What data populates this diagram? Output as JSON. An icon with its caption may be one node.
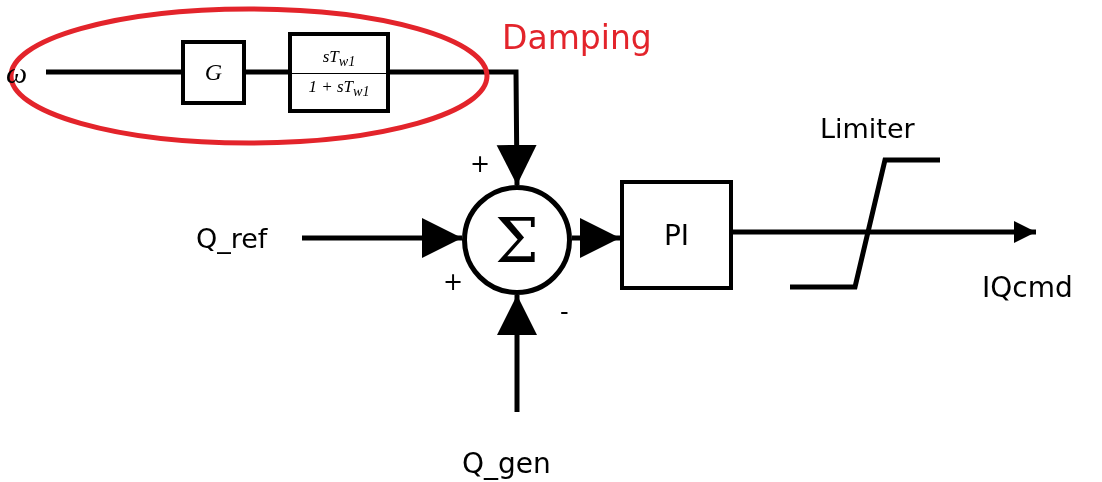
{
  "diagram": {
    "nodes": [
      {
        "text": [
          "Damping"
        ]
      },
      {
        "text": [
          "ω"
        ],
        "in": 0
      },
      {
        "text": [
          "G"
        ],
        "in": 0
      },
      {
        "text": [
          "sT$_{w1}$",
          "1 + sT$_{w1}$"
        ],
        "in": 0
      },
      {
        "text": [
          "Q_ref"
        ]
      },
      {
        "text": [
          "Σ"
        ]
      },
      {
        "text": [
          "PI"
        ]
      },
      {
        "text": [
          "Limiter"
        ]
      },
      {
        "text": [
          "IQcmd"
        ]
      },
      {
        "text": [
          "Q_gen"
        ]
      }
    ],
    "edges": [
      {
        "from": 1,
        "to": 2,
        "arrow": "none"
      },
      {
        "from": 2,
        "to": 3,
        "arrow": "none"
      },
      {
        "from": 3,
        "to": 5,
        "arrow": "to"
      },
      {
        "from": 4,
        "to": 5,
        "arrow": "to"
      },
      {
        "from": 9,
        "to": 5,
        "arrow": "to"
      },
      {
        "from": 5,
        "to": 6,
        "arrow": "to"
      },
      {
        "from": 6,
        "to": 7,
        "arrow": "none"
      },
      {
        "from": 7,
        "to": 8,
        "arrow": "to"
      }
    ],
    "labels": [
      "+",
      "+",
      "-"
    ]
  }
}
